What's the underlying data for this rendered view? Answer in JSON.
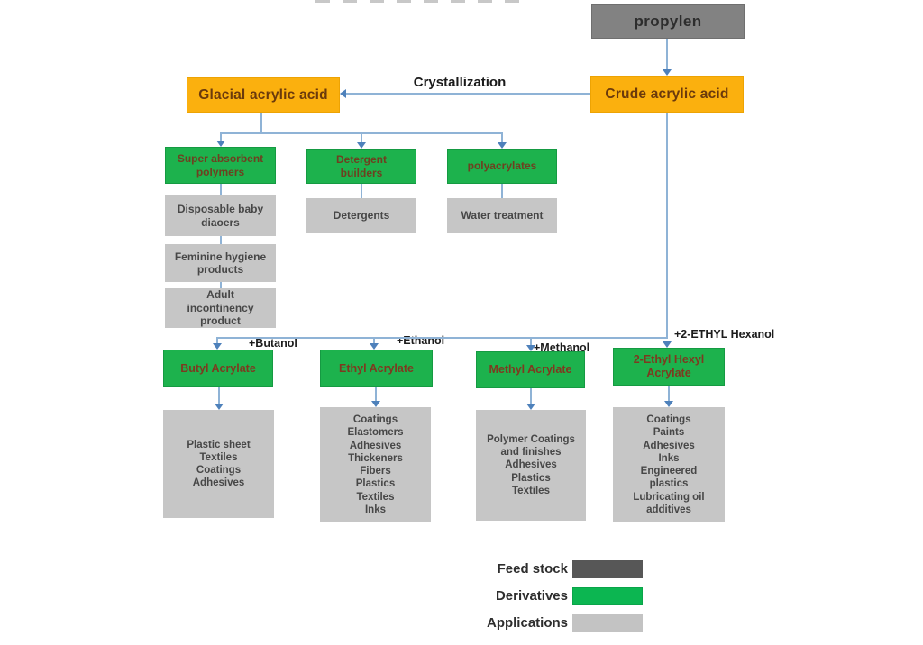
{
  "nodes": {
    "propylen": "propylen",
    "crude": "Crude acrylic acid",
    "glacial": "Glacial acrylic acid",
    "crystallization": "Crystallization",
    "super_absorbent": "Super absorbent polymers",
    "detergent_builders": "Detergent builders",
    "polyacrylates": "polyacrylates",
    "disposable_diapers": "Disposable baby diaoers",
    "detergents": "Detergents",
    "water_treatment": "Water treatment",
    "feminine_hygiene": "Feminine hygiene products",
    "adult_incontinency": "Adult incontinency product",
    "butyl_acrylate": "Butyl Acrylate",
    "ethyl_acrylate": "Ethyl Acrylate",
    "methyl_acrylate": "Methyl Acrylate",
    "ethyl_hexyl_acrylate": "2-Ethyl Hexyl Acrylate"
  },
  "reagents": {
    "butanol": "+Butanol",
    "ethanol": "+Ethanol",
    "methanol": "+Methanol",
    "ethyl_hexanol": "+2-ETHYL Hexanol"
  },
  "applications": {
    "butyl": [
      "Plastic sheet",
      "Textiles",
      "Coatings",
      "Adhesives"
    ],
    "ethyl": [
      "Coatings",
      "Elastomers",
      "Adhesives",
      "Thickeners",
      "Fibers",
      "Plastics",
      "Textiles",
      "Inks"
    ],
    "methyl": [
      "Polymer Coatings and finishes",
      "Adhesives",
      "Plastics",
      "Textiles"
    ],
    "ethyl_hexyl": [
      "Coatings",
      "Paints",
      "Adhesives",
      "Inks",
      "Engineered plastics",
      "Lubricating oil additives"
    ]
  },
  "legend": {
    "feed_stock": "Feed stock",
    "derivatives": "Derivatives",
    "applications": "Applications"
  },
  "colors": {
    "feedstock_box": "#828282",
    "acid_box": "#fbb00e",
    "derivative_box": "#1db24d",
    "application_box": "#c6c6c6",
    "connector_line": "#8fb3d6",
    "arrowhead": "#4e81bb",
    "legend_feed_stock": "#575757",
    "legend_derivatives": "#0cb651",
    "legend_applications": "#c3c3c3"
  }
}
